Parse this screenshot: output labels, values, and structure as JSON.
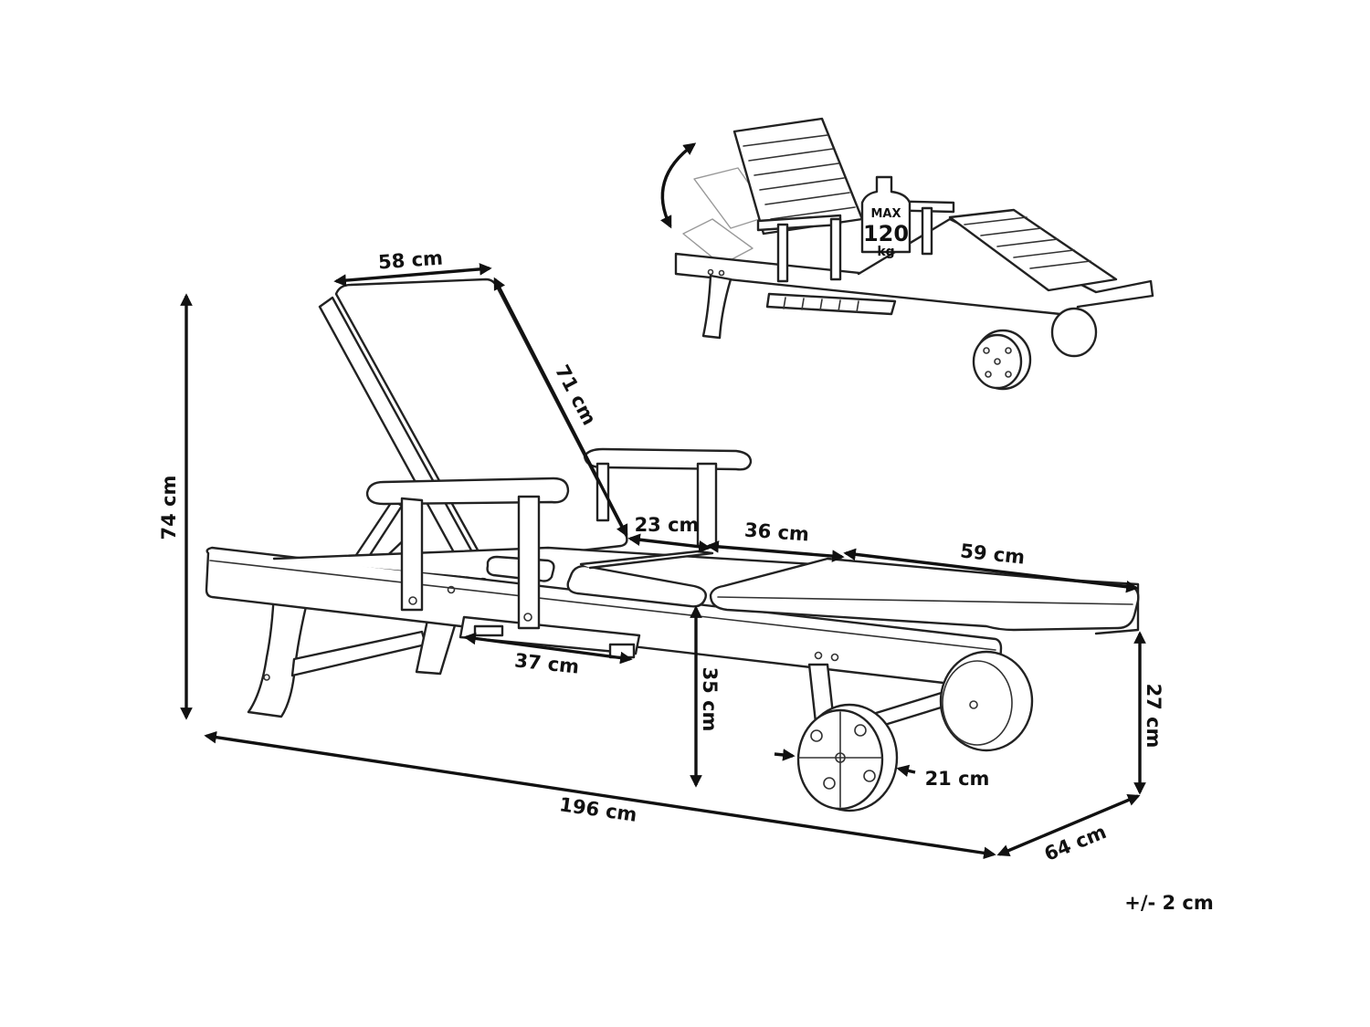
{
  "dimensions": {
    "backrest_width": "58 cm",
    "backrest_length": "71 cm",
    "total_height": "74 cm",
    "seat_segment_1": "23 cm",
    "seat_segment_2": "36 cm",
    "seat_segment_3": "59 cm",
    "tray_length": "37 cm",
    "seat_height": "35 cm",
    "footrest_height": "27 cm",
    "wheel_diameter": "21 cm",
    "total_length": "196 cm",
    "total_width": "64 cm"
  },
  "tolerance": "+/- 2 cm",
  "max_load": {
    "prefix": "MAX",
    "value": "120",
    "unit": "kg"
  }
}
